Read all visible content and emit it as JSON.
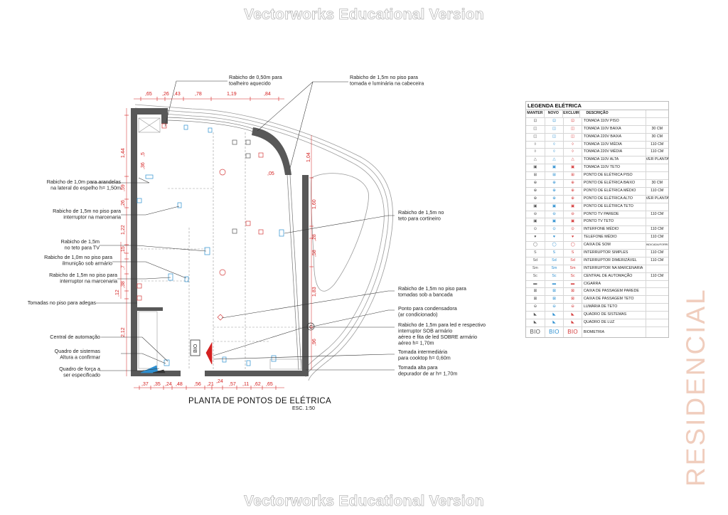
{
  "watermark": "Vectorworks Educational Version",
  "side_label": "RESIDENCIAL",
  "plan": {
    "title": "PLANTA DE PONTOS DE ELÉTRICA",
    "scale": "ESC. 1:50",
    "bio_label": "BIO",
    "outlet_label": "C",
    "annotations": {
      "a1": [
        "Rabicho de 0,50m para",
        "toalheiro aquecido"
      ],
      "a2": [
        "Rabicho de 1,5m no piso para",
        "tomada e luminária na cabeceira"
      ],
      "a3": [
        "Rabicho de 1,0m para arandelas",
        "na lateral do espelho h= 1,50m"
      ],
      "a4": [
        "Rabicho de 1,5m no piso para",
        "interruptor na marcenaria"
      ],
      "a5": [
        "Rabicho de 1,5m no",
        "teto para cortineiro"
      ],
      "a6": [
        "Rabicho de 1,5m",
        "no teto para TV"
      ],
      "a7": [
        "Rabicho de 1,0m no piso para",
        "ilmunição sob armário"
      ],
      "a8": [
        "Rabicho de 1,5m no piso para",
        "interruptor na marcenaria"
      ],
      "a9": [
        "Tomadas no piso para adegas"
      ],
      "a10": [
        "Rabicho de 1,5m no piso para",
        "tomadas sob a bancada"
      ],
      "a11": [
        "Ponto para condensadora",
        "(ar condicionado)"
      ],
      "a12": [
        "Rabicho de 1,5m para led e respectivo",
        "interruptor SOB armário",
        "aéreo e fita de led SOBRE armário",
        "aéreo h= 1,70m"
      ],
      "a13": [
        "Central de automação"
      ],
      "a14": [
        "Quadro de sistemas",
        "Altura a confirmar"
      ],
      "a15": [
        "Tomada intermediária",
        "para cooktop h= 0,60m"
      ],
      "a16": [
        "Quadro de força a",
        "ser especificado"
      ],
      "a17": [
        "Tomada alta para",
        "depurador de ar h= 1,70m"
      ]
    },
    "dims_top": [
      ",65",
      ",26",
      ",43",
      ",78",
      "1,19",
      ",84"
    ],
    "dims_bottom": [
      ",37",
      ",35",
      ",24",
      ",48",
      ",56",
      ",21",
      ",24",
      ",57",
      ",11",
      ",62",
      ",65"
    ],
    "dims_left": [
      "1,44",
      ",59",
      ",26",
      "1,22",
      ",15",
      ",7",
      ",38",
      ",12",
      "2,12"
    ],
    "dims_left2": [
      ",5",
      ",36"
    ],
    "dims_right": [
      "1,04",
      "1,60",
      ",28",
      ",58",
      "1,83",
      ",96"
    ]
  },
  "legend": {
    "title": "LEGENDA ELÉTRICA",
    "headers": [
      "MANTER",
      "NOVO",
      "EXCLUIR",
      "DESCRIÇÃO"
    ],
    "rows": [
      {
        "desc": "TOMADA 110V PISO",
        "note": "",
        "sym": "⊡"
      },
      {
        "desc": "TOMADA 110V BAIXA",
        "note": "30 CM",
        "sym": "◫"
      },
      {
        "desc": "TOMADA 220V BAIXA",
        "note": "30 CM",
        "sym": "◫"
      },
      {
        "desc": "TOMADA 110V MÉDIA",
        "note": "110 CM",
        "sym": "◊"
      },
      {
        "desc": "TOMADA 220V MÉDIA",
        "note": "110 CM",
        "sym": "◊"
      },
      {
        "desc": "TOMADA 110V ALTA",
        "note": "VER PLANTA",
        "sym": "△"
      },
      {
        "desc": "TOMADA 110V TETO",
        "note": "",
        "sym": "▣"
      },
      {
        "desc": "PONTO DE ELÉTRICA PISO",
        "note": "",
        "sym": "⊞"
      },
      {
        "desc": "PONTO DE ELÉTRICA BAIXO",
        "note": "30 CM",
        "sym": "⊕"
      },
      {
        "desc": "PONTO DE ELÉTRICA MÉDIO",
        "note": "110 CM",
        "sym": "⊕"
      },
      {
        "desc": "PONTO DE ELÉTRICA ALTO",
        "note": "VER PLANTA",
        "sym": "⊕"
      },
      {
        "desc": "PONTO DE ELÉTRICA TETO",
        "note": "",
        "sym": "▣"
      },
      {
        "desc": "PONTO TV PAREDE",
        "note": "110 CM",
        "sym": "⊖"
      },
      {
        "desc": "PONTO TV TETO",
        "note": "",
        "sym": "▣"
      },
      {
        "desc": "INTERFONE MÉDIO",
        "note": "110 CM",
        "sym": "⊙"
      },
      {
        "desc": "TELEFONE MÉDIO",
        "note": "110 CM",
        "sym": "♥"
      },
      {
        "desc": "CAIXA DE SOM",
        "note": "INDICADA/FORRO",
        "sym": "◯"
      },
      {
        "desc": "INTERRUPTOR SIMPLES",
        "note": "110 CM",
        "sym": "S"
      },
      {
        "desc": "INTERRUPTOR DIMERIZÁVEL",
        "note": "110 CM",
        "sym": "Sd"
      },
      {
        "desc": "INTERRUPTOR NA MARCENARIA",
        "note": "",
        "sym": "Sm"
      },
      {
        "desc": "CENTRAL DE AUTOMAÇÃO",
        "note": "110 CM",
        "sym": "Sc"
      },
      {
        "desc": "CIGARRA",
        "note": "",
        "sym": "▬"
      },
      {
        "desc": "CAIXA DE PASSAGEM PAREDE",
        "note": "",
        "sym": "⊠"
      },
      {
        "desc": "CAIXA DE PASSAGEM TETO",
        "note": "",
        "sym": "⊠"
      },
      {
        "desc": "LUMÁRIA DE TETO",
        "note": "",
        "sym": "⊖"
      },
      {
        "desc": "QUADRO DE SISTEMAS",
        "note": "",
        "sym": "◣"
      },
      {
        "desc": "QUADRO DE LUZ",
        "note": "",
        "sym": "◣"
      },
      {
        "desc": "BIOMETRIA",
        "note": "",
        "sym": "BIO"
      }
    ]
  },
  "colors": {
    "manter": "#555555",
    "novo": "#2d8fd0",
    "excluir": "#d43a3a",
    "dimension": "#d42020",
    "wall": "#585858"
  }
}
